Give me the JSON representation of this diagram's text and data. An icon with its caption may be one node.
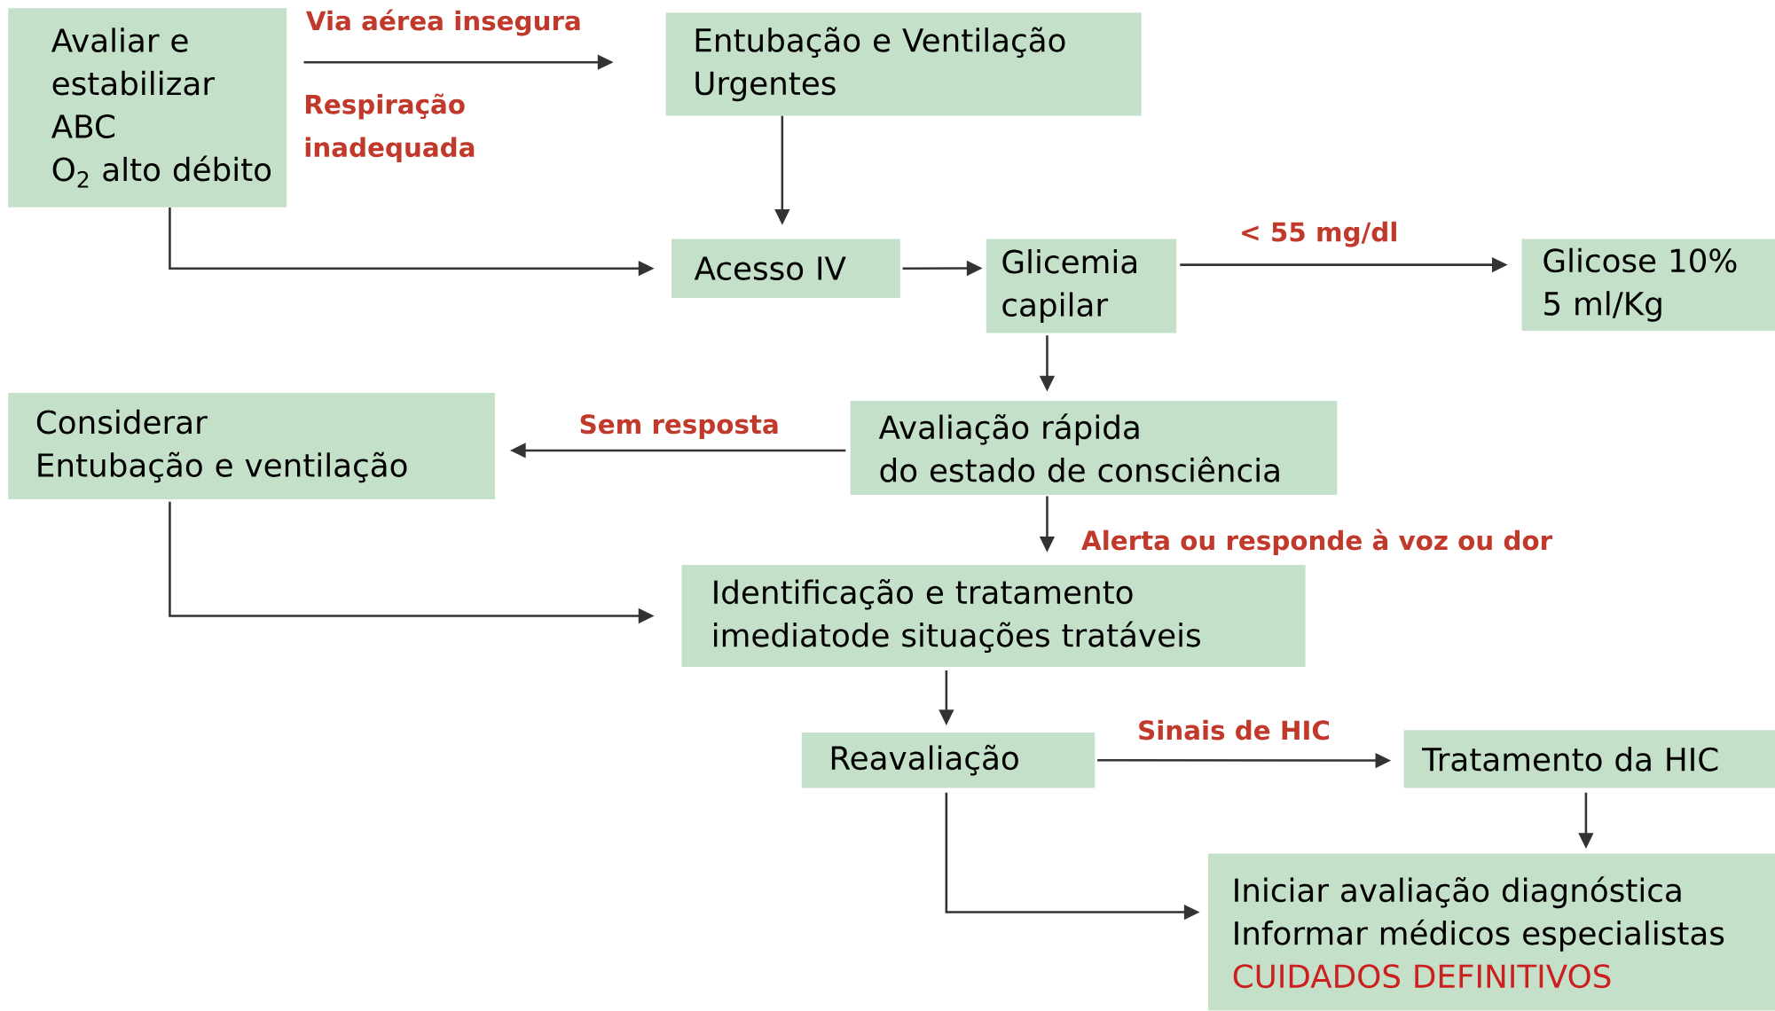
{
  "diagram": {
    "nodes": [
      {
        "text": [
          "Avaliar e estabilizar ABC",
          "O$_{2}$ alto débito"
        ]
      },
      {
        "text": [
          "Entubação e Ventilação Urgentes"
        ]
      },
      {
        "text": [
          "Acesso IV"
        ]
      },
      {
        "text": [
          "Glicemia capilar"
        ]
      },
      {
        "text": [
          "Glicose 10%",
          "5 ml/Kg"
        ]
      },
      {
        "text": [
          "Considerar",
          "Entubação e ventilação"
        ]
      },
      {
        "text": [
          "Avaliação rápida",
          "do estado de consciência"
        ]
      },
      {
        "text": [
          "Identificação e tratamento imediatode situações tratáveis"
        ]
      },
      {
        "text": [
          "Reavaliação"
        ]
      },
      {
        "text": [
          "Tratamento da HIC"
        ]
      },
      {
        "text": [
          "Iniciar avaliação diagnóstica",
          "Informar médicos especialistas",
          "CUIDADOS DEFINITIVOS"
        ]
      }
    ],
    "edges": [
      {
        "from": 0,
        "to": 1,
        "arrow": "to",
        "label": "Via aérea insegura"
      },
      {
        "from": 1,
        "to": 2,
        "arrow": "to"
      },
      {
        "from": 0,
        "to": 2,
        "arrow": "to"
      },
      {
        "from": 2,
        "to": 3,
        "arrow": "to"
      },
      {
        "from": 3,
        "to": 4,
        "arrow": "to",
        "label": "< 55 mg/dl"
      },
      {
        "from": 3,
        "to": 6,
        "arrow": "to"
      },
      {
        "from": 6,
        "to": 5,
        "arrow": "to",
        "label": "Sem resposta"
      },
      {
        "from": 6,
        "to": 7,
        "arrow": "to",
        "label": "Alerta ou responde à voz ou dor"
      },
      {
        "from": 5,
        "to": 7,
        "arrow": "to"
      },
      {
        "from": 7,
        "to": 8,
        "arrow": "to"
      },
      {
        "from": 8,
        "to": 9,
        "arrow": "to",
        "label": "Sinais de HIC"
      },
      {
        "from": 9,
        "to": 10,
        "arrow": "to"
      },
      {
        "from": 8,
        "to": 10,
        "arrow": "to"
      }
    ],
    "labels": [
      "Respiração inadequada"
    ]
  }
}
